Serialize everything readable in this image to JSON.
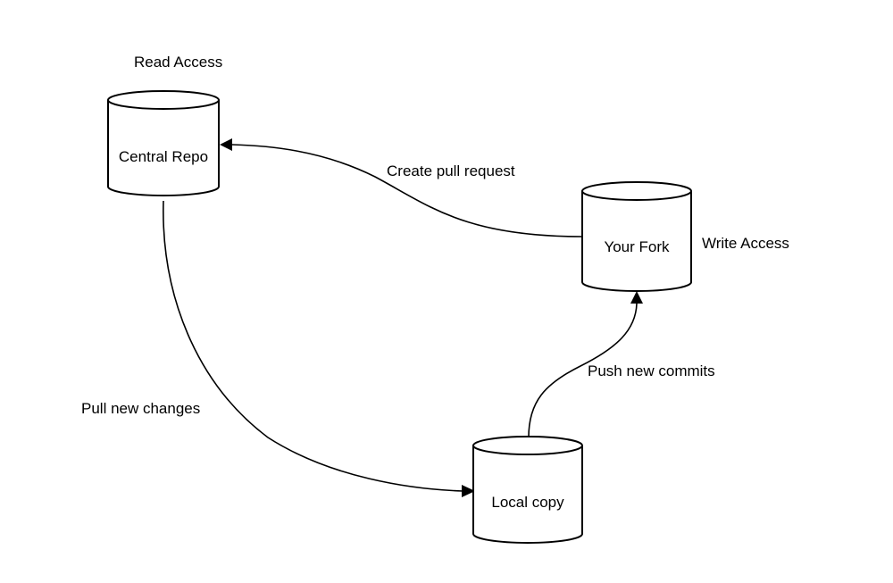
{
  "diagram": {
    "nodes": {
      "central_repo": {
        "label": "Central Repo",
        "shape": "cylinder"
      },
      "your_fork": {
        "label": "Your Fork",
        "shape": "cylinder"
      },
      "local_copy": {
        "label": "Local copy",
        "shape": "cylinder"
      }
    },
    "annotations": {
      "read_access": "Read Access",
      "write_access": "Write Access"
    },
    "edges": {
      "create_pull_request": {
        "from": "your_fork",
        "to": "central_repo",
        "label": "Create pull request"
      },
      "pull_new_changes": {
        "from": "central_repo",
        "to": "local_copy",
        "label": "Pull new changes"
      },
      "push_new_commits": {
        "from": "local_copy",
        "to": "your_fork",
        "label": "Push new commits"
      }
    },
    "colors": {
      "stroke": "#000000",
      "fill": "#ffffff",
      "background": "#ffffff"
    }
  }
}
